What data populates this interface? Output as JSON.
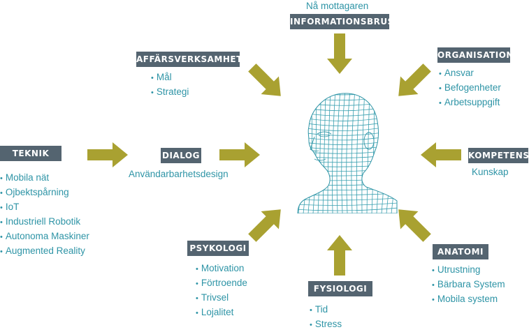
{
  "top": {
    "subtitle": "Nå mottagaren",
    "label": "INFORMATIONSBRUS"
  },
  "affarsverksamhet": {
    "label": "AFFÄRSVERKSAMHET",
    "items": [
      "Mål",
      "Strategi"
    ]
  },
  "organisation": {
    "label": "ORGANISATION",
    "items": [
      "Ansvar",
      "Befogenheter",
      "Arbetsuppgift"
    ]
  },
  "teknik": {
    "label": "TEKNIK",
    "items": [
      "Mobila nät",
      "Ojbektspårning",
      "IoT",
      "Industriell Robotik",
      "Autonoma Maskiner",
      "Augmented Reality"
    ]
  },
  "dialog": {
    "label": "DIALOG",
    "subtitle": "Användarbarhetsdesign"
  },
  "kompetens": {
    "label": "KOMPETENS",
    "subtitle": "Kunskap"
  },
  "psykologi": {
    "label": "PSYKOLOGI",
    "items": [
      "Motivation",
      "Förtroende",
      "Trivsel",
      "Lojalitet"
    ]
  },
  "fysiologi": {
    "label": "FYSIOLOGI",
    "items": [
      "Tid",
      "Stress"
    ]
  },
  "anatomi": {
    "label": "ANATOMI",
    "items": [
      "Utrustning",
      "Bärbara System",
      "Mobila system"
    ]
  },
  "colors": {
    "label_bg": "#546470",
    "text": "#2e94a6",
    "arrow": "#a9a131"
  },
  "icons": {
    "center": "wireframe-head-icon",
    "arrow": "block-arrow-icon"
  }
}
